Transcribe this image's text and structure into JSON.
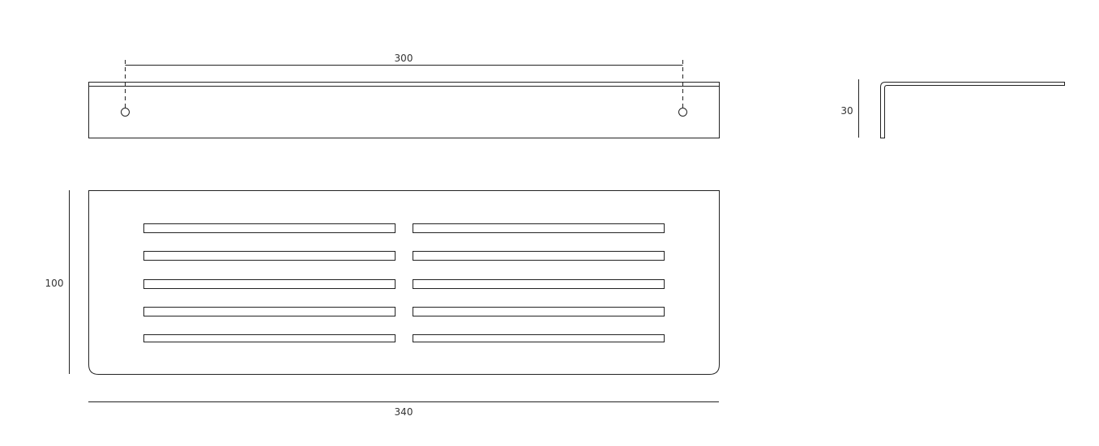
{
  "dimensions": {
    "hole_spacing": "300",
    "overall_width": "340",
    "depth": "100",
    "height": "30"
  },
  "drawing": {
    "slot_rows": 5,
    "slot_columns": 2,
    "line_color": "#222222"
  }
}
